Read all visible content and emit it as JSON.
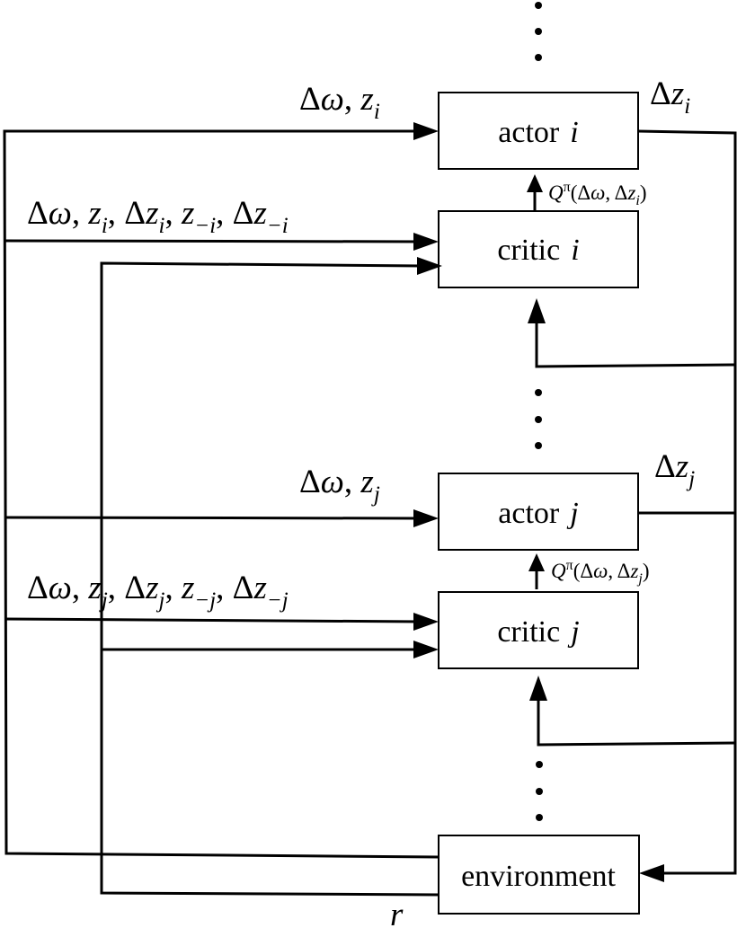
{
  "blocks": {
    "actor_i": {
      "label": "actor",
      "index": "i"
    },
    "critic_i": {
      "label": "critic",
      "index": "i"
    },
    "actor_j": {
      "label": "actor",
      "index": "j"
    },
    "critic_j": {
      "label": "critic",
      "index": "j"
    },
    "environment": {
      "label": "environment"
    }
  },
  "signals": {
    "actor_i_input": "Δω, z_i",
    "actor_i_output": "Δz_i",
    "q_i": "Q^π(Δω, Δz_i)",
    "critic_i_input": "Δω, z_i, Δz_i, z_−i, Δz_−i",
    "actor_j_input": "Δω, z_j",
    "actor_j_output": "Δz_j",
    "q_j": "Q^π(Δω, Δz_j)",
    "critic_j_input": "Δω, z_j, Δz_j, z_−j, Δz_−j",
    "reward": "r"
  },
  "colors": {
    "stroke": "#000000",
    "background": "#ffffff"
  }
}
